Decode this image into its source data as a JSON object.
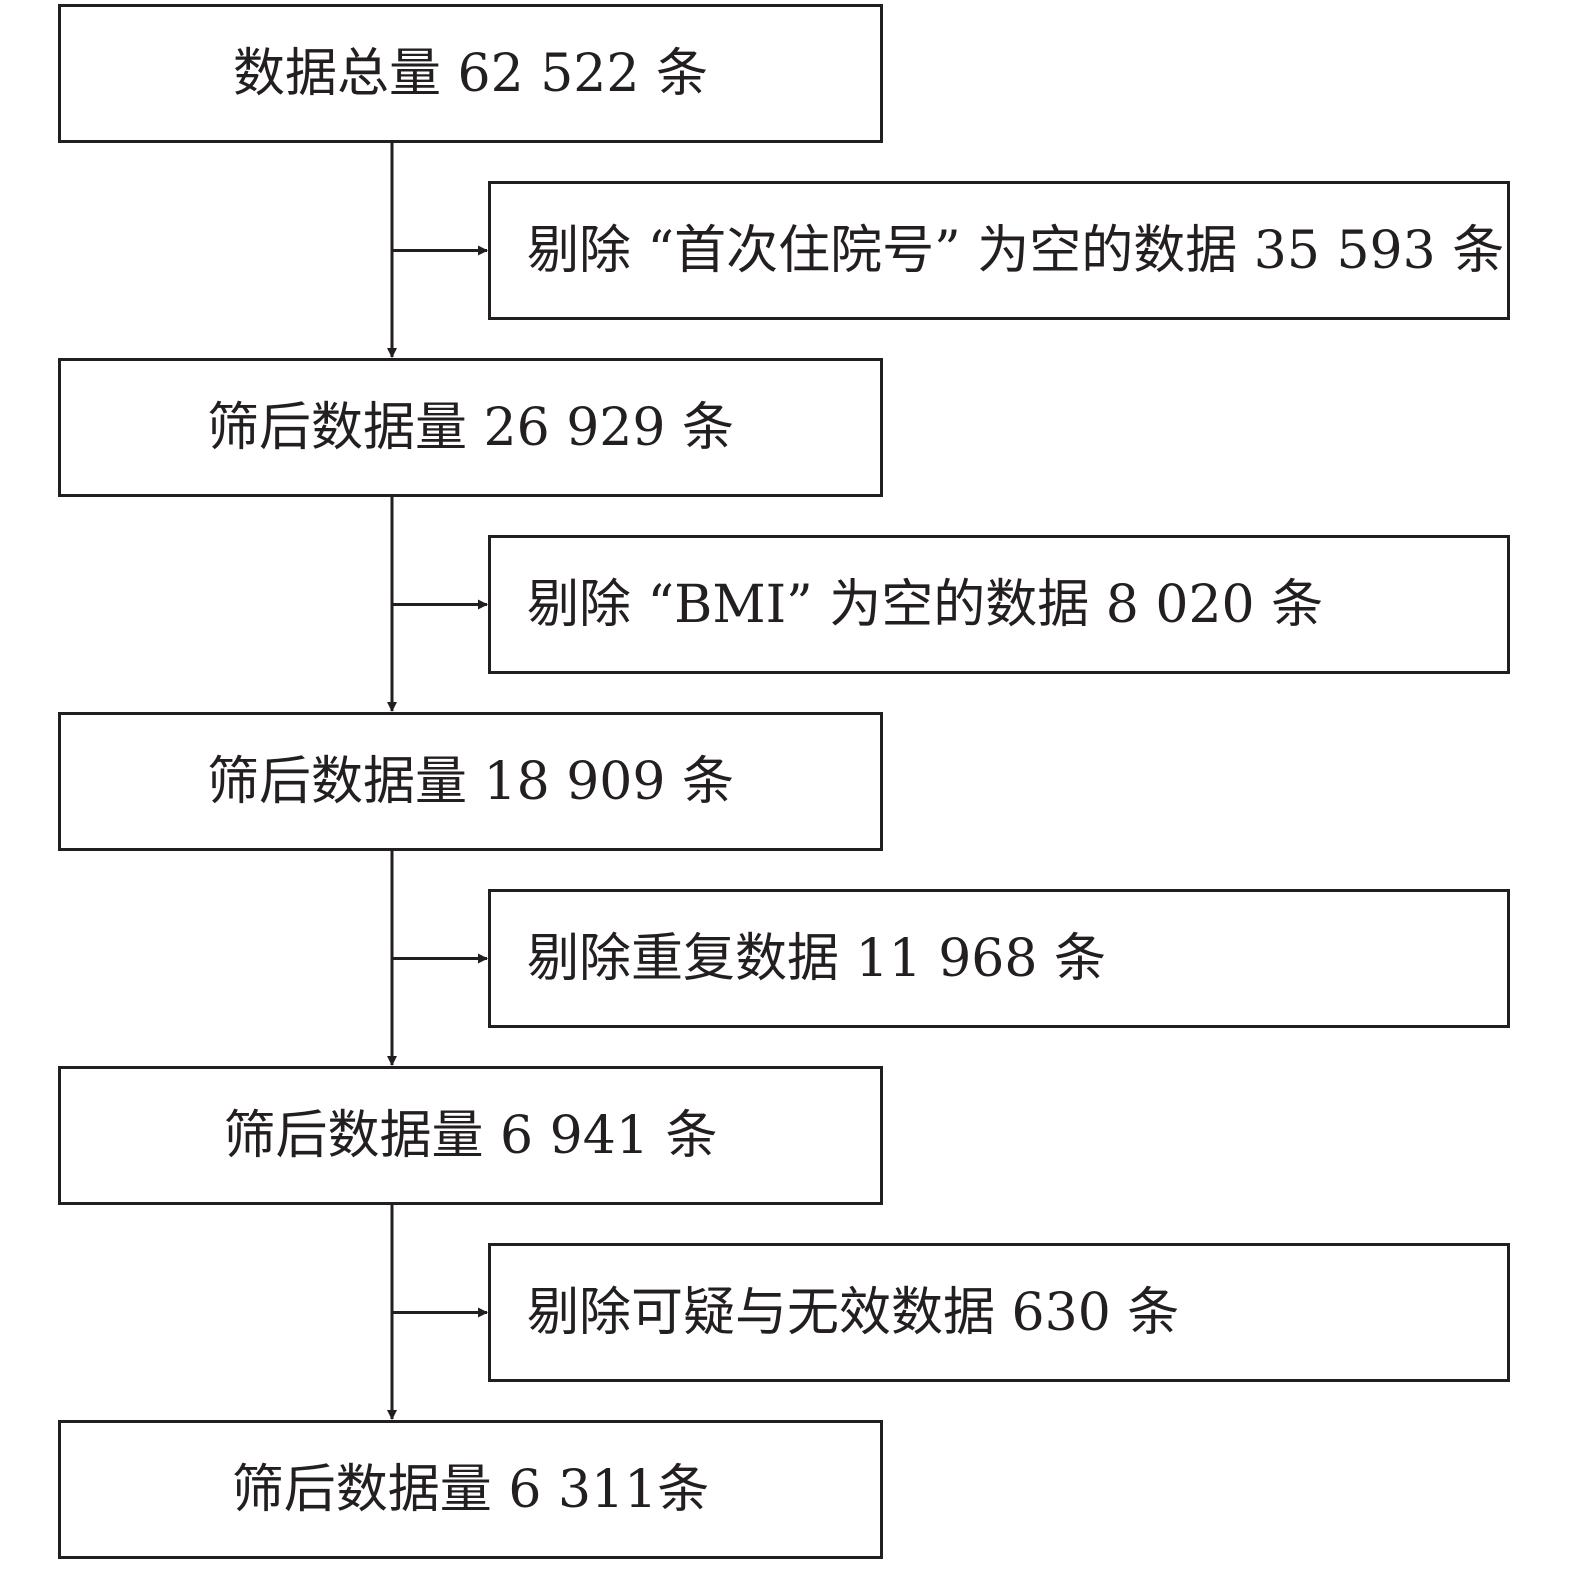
{
  "main_boxes": [
    {
      "label": "数据总量 62 522 条"
    },
    {
      "label": "筛后数据量 26 929 条"
    },
    {
      "label": "筛后数据量 18 909 条"
    },
    {
      "label": "筛后数据量 6 941 条"
    },
    {
      "label": "筛后数据量 6 311条"
    }
  ],
  "excluded_boxes": [
    {
      "label": "剔除 “首次住院号” 为空的数据 35 593 条"
    },
    {
      "label": "剔除 “BMI” 为空的数据 8 020 条"
    },
    {
      "label": "剔除重复数据 11 968 条"
    },
    {
      "label": "剔除可疑与无效数据 630 条"
    }
  ],
  "colors": {
    "line": "#231f20",
    "background": "#ffffff"
  }
}
